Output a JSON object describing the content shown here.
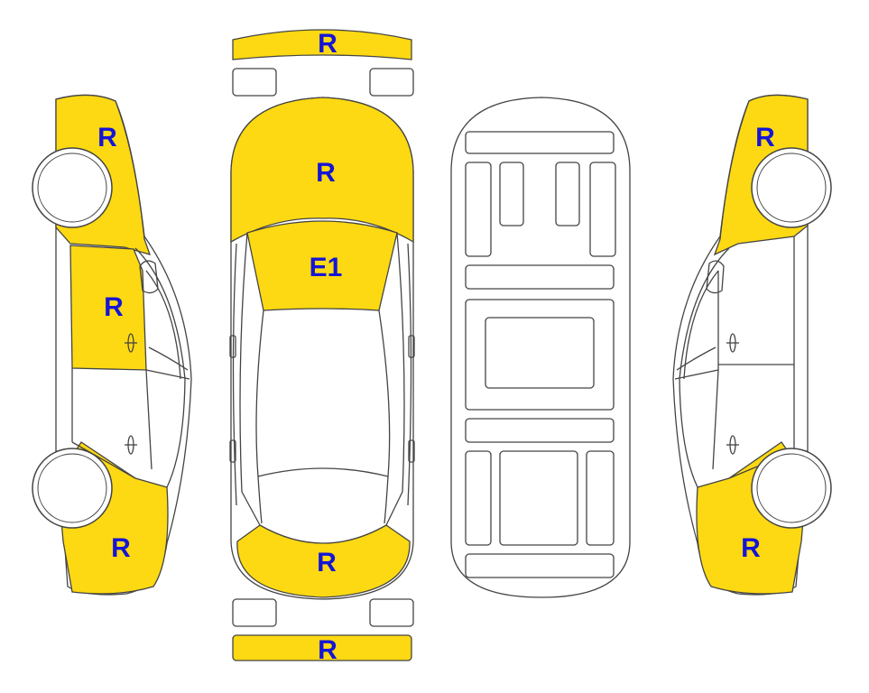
{
  "colors": {
    "damaged": "#fcd912",
    "outline": "#444444",
    "label": "#1515d6",
    "blank": "#ffffff"
  },
  "labels": {
    "front_bumper": "R",
    "hood": "R",
    "windshield": "E1",
    "trunk": "R",
    "rear_bumper": "R",
    "left_front_fender": "R",
    "left_front_door": "R",
    "left_rear_quarter": "R",
    "right_front_fender": "R",
    "right_rear_quarter": "R"
  }
}
